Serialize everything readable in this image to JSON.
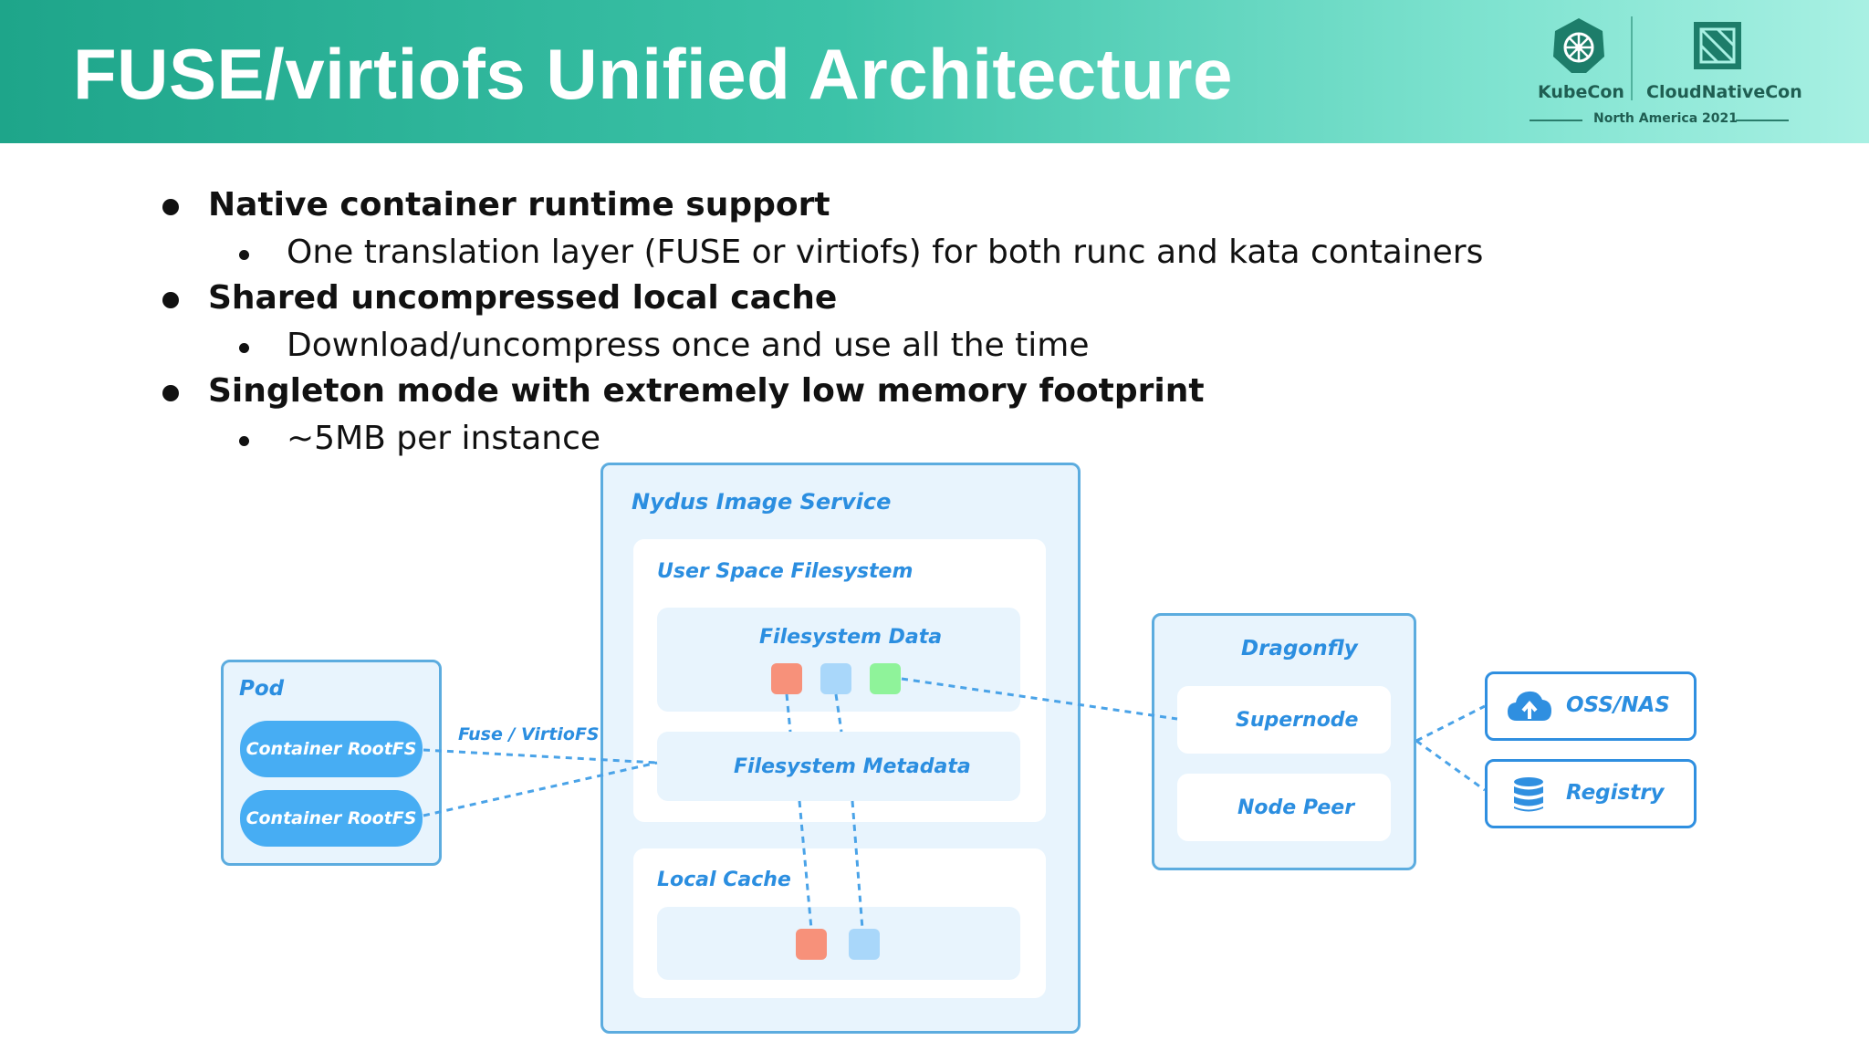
{
  "slide": {
    "title": "FUSE/virtiofs Unified Architecture",
    "logos": {
      "kubecon": "KubeCon",
      "cloudnativecon": "CloudNativeCon",
      "event": "North America 2021"
    }
  },
  "bullets": [
    {
      "text": "Native container runtime support",
      "sub": "One translation layer (FUSE or virtiofs) for both runc and kata containers"
    },
    {
      "text": "Shared uncompressed local cache",
      "sub": "Download/uncompress once and use all the time"
    },
    {
      "text": "Singleton mode with extremely low memory footprint",
      "sub": "~5MB per instance"
    }
  ],
  "diagram": {
    "pod": {
      "label": "Pod",
      "items": [
        "Container RootFS",
        "Container RootFS"
      ]
    },
    "connector_label": "Fuse / VirtioFS",
    "nydus": {
      "label": "Nydus Image Service",
      "user_space": {
        "label": "User Space Filesystem",
        "fs_data": "Filesystem Data",
        "fs_metadata": "Filesystem Metadata"
      },
      "local_cache": "Local Cache"
    },
    "dragonfly": {
      "label": "Dragonfly",
      "supernode": "Supernode",
      "node_peer": "Node Peer"
    },
    "storage": {
      "oss": "OSS/NAS",
      "registry": "Registry"
    },
    "colors": {
      "red_block": "#f7917a",
      "blue_block": "#a9d7fa",
      "green_block": "#8ff39a",
      "accent": "#2b8ee0"
    }
  }
}
